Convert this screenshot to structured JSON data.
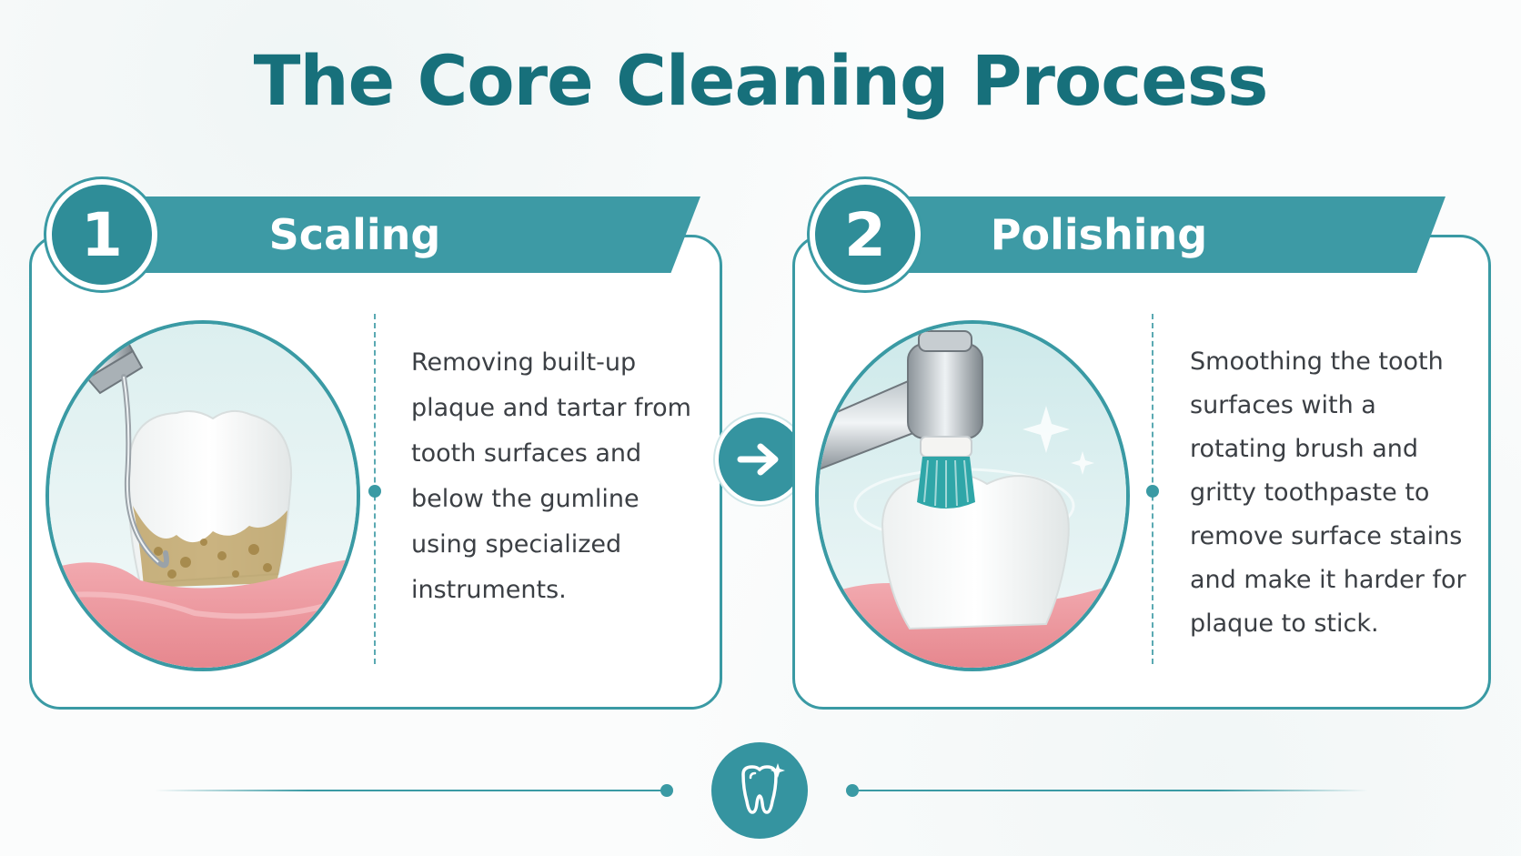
{
  "title": "The Core Cleaning Process",
  "steps": [
    {
      "number": "1",
      "label": "Scaling",
      "description": "Removing built-up\nplaque and tartar from\ntooth surfaces and\nbelow the gumline\nusing specialized\ninstruments.",
      "illustration": "scaler-on-tartar-tooth"
    },
    {
      "number": "2",
      "label": "Polishing",
      "description": "Smoothing the tooth\nsurfaces with a\nrotating brush and\ngritty toothpaste to\nremove surface stains\nand make it harder for\nplaque to stick.",
      "illustration": "polishing-brush-on-tooth"
    }
  ],
  "connector_icon": "arrow-right-icon",
  "footer_icon": "tooth-sparkle-icon",
  "colors": {
    "title": "#17707b",
    "accent": "#3d9aa5",
    "accent_dark": "#2f8d98",
    "text": "#3b3f44",
    "gum": "#ec9a9e",
    "tartar": "#b89a55"
  }
}
